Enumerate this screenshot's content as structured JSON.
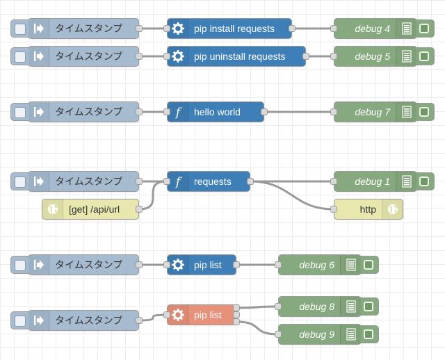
{
  "colors": {
    "inject": "#a6bbcf",
    "exec": "#3f7fb7",
    "function": "#3f7fb7",
    "exec_alt": "#e8917a",
    "debug": "#87a980",
    "http": "#e7e7ae",
    "wire": "#999999"
  },
  "flow": {
    "nodes": [
      {
        "id": "inj1",
        "type": "inject",
        "label": "タイムスタンプ",
        "icon": "arrow-in-icon"
      },
      {
        "id": "exec1",
        "type": "exec",
        "label": "pip install requests",
        "icon": "gear-icon"
      },
      {
        "id": "dbg4",
        "type": "debug",
        "label": "debug 4",
        "icon": "list-icon"
      },
      {
        "id": "inj2",
        "type": "inject",
        "label": "タイムスタンプ",
        "icon": "arrow-in-icon"
      },
      {
        "id": "exec2",
        "type": "exec",
        "label": "pip uninstall requests",
        "icon": "gear-icon"
      },
      {
        "id": "dbg5",
        "type": "debug",
        "label": "debug 5",
        "icon": "list-icon"
      },
      {
        "id": "inj3",
        "type": "inject",
        "label": "タイムスタンプ",
        "icon": "arrow-in-icon"
      },
      {
        "id": "fn1",
        "type": "function",
        "label": "hello world",
        "icon": "function-icon"
      },
      {
        "id": "dbg7",
        "type": "debug",
        "label": "debug 7",
        "icon": "list-icon"
      },
      {
        "id": "inj4",
        "type": "inject",
        "label": "タイムスタンプ",
        "icon": "arrow-in-icon"
      },
      {
        "id": "httpin",
        "type": "http-in",
        "label": "[get] /api/url",
        "icon": "globe-icon"
      },
      {
        "id": "fn2",
        "type": "function",
        "label": "requests",
        "icon": "function-icon"
      },
      {
        "id": "dbg1",
        "type": "debug",
        "label": "debug 1",
        "icon": "list-icon"
      },
      {
        "id": "httpout",
        "type": "http-out",
        "label": "http",
        "icon": "globe-icon"
      },
      {
        "id": "inj5",
        "type": "inject",
        "label": "タイムスタンプ",
        "icon": "arrow-in-icon"
      },
      {
        "id": "exec3",
        "type": "exec",
        "label": "pip list",
        "icon": "gear-icon"
      },
      {
        "id": "dbg6",
        "type": "debug",
        "label": "debug 6",
        "icon": "list-icon"
      },
      {
        "id": "inj6",
        "type": "inject",
        "label": "タイムスタンプ",
        "icon": "arrow-in-icon"
      },
      {
        "id": "exec4",
        "type": "exec-alt",
        "label": "pip list",
        "icon": "gear-icon"
      },
      {
        "id": "dbg8",
        "type": "debug",
        "label": "debug 8",
        "icon": "list-icon"
      },
      {
        "id": "dbg9",
        "type": "debug",
        "label": "debug 9",
        "icon": "list-icon"
      }
    ],
    "wires": [
      {
        "from": "inj1",
        "to": "exec1"
      },
      {
        "from": "exec1",
        "to": "dbg4"
      },
      {
        "from": "inj2",
        "to": "exec2"
      },
      {
        "from": "exec2",
        "to": "dbg5"
      },
      {
        "from": "inj3",
        "to": "fn1"
      },
      {
        "from": "fn1",
        "to": "dbg7"
      },
      {
        "from": "inj4",
        "to": "fn2"
      },
      {
        "from": "httpin",
        "to": "fn2"
      },
      {
        "from": "fn2",
        "to": "dbg1"
      },
      {
        "from": "fn2",
        "to": "httpout"
      },
      {
        "from": "inj5",
        "to": "exec3"
      },
      {
        "from": "exec3",
        "to": "dbg6"
      },
      {
        "from": "inj6",
        "to": "exec4"
      },
      {
        "from": "exec4",
        "to": "dbg8"
      },
      {
        "from": "exec4",
        "to": "dbg9"
      }
    ]
  }
}
